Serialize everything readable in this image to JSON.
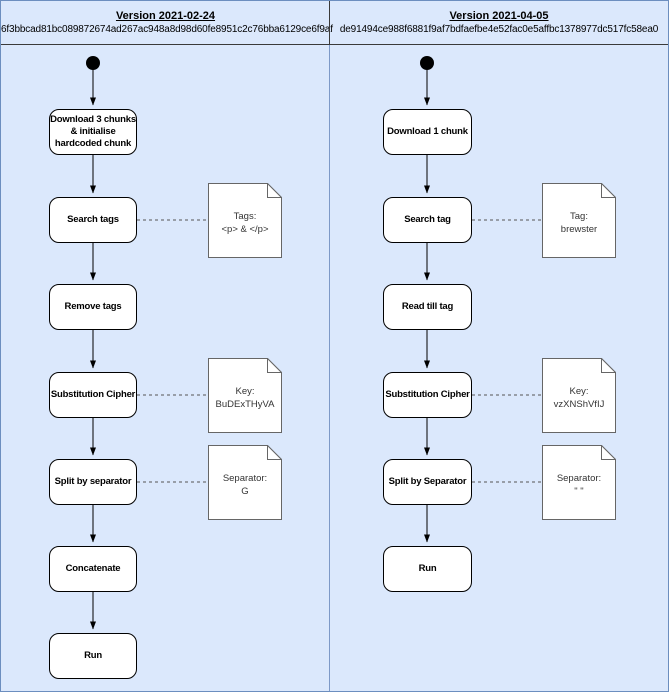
{
  "diagram": {
    "type": "activity-flowchart-comparison"
  },
  "columns": {
    "left": {
      "title": "Version 2021-02-24",
      "hash": "6f3bbcad81bc089872674ad267ac948a8d98d60fe8951c2c76bba6129ce6f9af",
      "nodes": [
        {
          "label": "Download 3 chunks\n& initialise\nhardcoded chunk"
        },
        {
          "label": "Search tags"
        },
        {
          "label": "Remove tags"
        },
        {
          "label": "Substitution Cipher"
        },
        {
          "label": "Split by separator"
        },
        {
          "label": "Concatenate"
        },
        {
          "label": "Run"
        }
      ],
      "notes": [
        {
          "line1": "Tags:",
          "line2": "<p> & </p>"
        },
        {
          "line1": "Key:",
          "line2": "BuDExTHyVA"
        },
        {
          "line1": "Separator:",
          "line2": "G"
        }
      ]
    },
    "right": {
      "title": "Version 2021-04-05",
      "hash": "de91494ce988f6881f9af7bdfaefbe4e52fac0e5affbc1378977dc517fc58ea0",
      "nodes": [
        {
          "label": "Download 1 chunk"
        },
        {
          "label": "Search tag"
        },
        {
          "label": "Read till tag"
        },
        {
          "label": "Substitution Cipher"
        },
        {
          "label": "Split by Separator"
        },
        {
          "label": "Run"
        }
      ],
      "notes": [
        {
          "line1": "Tag:",
          "line2": "brewster"
        },
        {
          "line1": "Key:",
          "line2": "vzXNShVfIJ"
        },
        {
          "line1": "Separator:",
          "line2": "\" \""
        }
      ]
    }
  },
  "colors": {
    "background": "#dbe8fc",
    "panel_border": "#6c8ebf",
    "node_border": "#000000",
    "note_border": "#666666"
  }
}
